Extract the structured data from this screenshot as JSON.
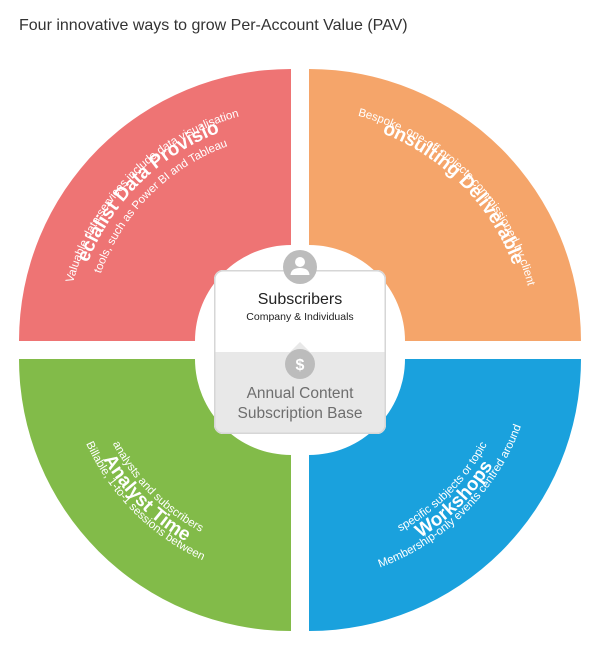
{
  "title": "Four innovative ways to grow Per-Account Value (PAV)",
  "colors": {
    "specialist": "#ee7474",
    "consulting": "#f5a56a",
    "analyst": "#82bb49",
    "workshops": "#1aa1dd",
    "center_border": "#d6d6d6",
    "center_lower": "#e8e8e8",
    "icon_bg": "#bcbcbc"
  },
  "quadrants": {
    "specialist": {
      "title": "Specialist Data Provisions",
      "desc_line1": "Valuable data services include data visualisation",
      "desc_line2": "tools, such as Power BI and Tableau"
    },
    "consulting": {
      "title": "Consulting Deliverables",
      "desc_line1": "Bespoke, one-off projects commissioned by client"
    },
    "analyst": {
      "title": "Analyst Time",
      "desc_line1": "Billable, 1-to-1 sessions between",
      "desc_line2": "analysts and subscribers"
    },
    "workshops": {
      "title": "Workshops",
      "desc_line1": "Membership-only events centred around",
      "desc_line2": "specific subjects or topic"
    }
  },
  "center": {
    "title": "Subscribers",
    "subtitle": "Company & Individuals",
    "icon_top": "user-icon",
    "icon_bottom": "dollar-icon",
    "dollar_symbol": "$",
    "base_line1": "Annual Content",
    "base_line2": "Subscription Base"
  }
}
